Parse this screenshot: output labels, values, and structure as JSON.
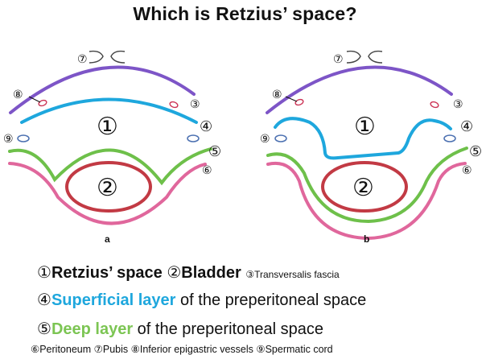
{
  "title": "Which is Retzius’ space?",
  "panels": [
    {
      "label": "a"
    },
    {
      "label": "b"
    }
  ],
  "markers": {
    "m1": "①",
    "m2": "②",
    "m3": "③",
    "m4": "④",
    "m5": "⑤",
    "m6": "⑥",
    "m7": "⑦",
    "m8": "⑧",
    "m9": "⑨"
  },
  "legend": {
    "line1": {
      "n1": "①",
      "t1": "Retzius’ space",
      "n2": "②",
      "t2": "Bladder",
      "n3": "③",
      "t3": "Transversalis fascia"
    },
    "line2": {
      "n": "④",
      "highlight": "Superficial layer",
      "rest": " of the preperitoneal space"
    },
    "line3": {
      "n": "⑤",
      "highlight": "Deep layer",
      "rest": " of the preperitoneal space"
    },
    "line4": {
      "n6": "⑥",
      "t6": "Peritoneum",
      "n7": "⑦",
      "t7": "Pubis",
      "n8": "⑧",
      "t8": "Inferior epigastric vessels",
      "n9": "⑨",
      "t9": "Spermatic cord"
    }
  },
  "colors": {
    "transversalis": "#7d55c7",
    "superficial": "#1ea7dd",
    "deep": "#6ec04a",
    "peritoneum": "#e0679c",
    "bladder": "#c23a44",
    "vessel": "#cc3355",
    "cord": "#4a6fb0"
  }
}
